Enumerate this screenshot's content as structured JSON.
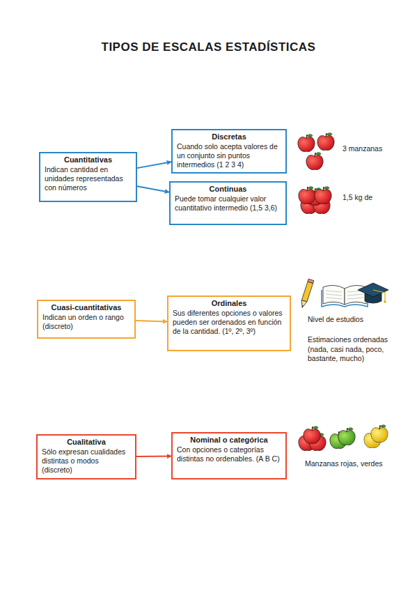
{
  "diagram": {
    "title": "TIPOS DE ESCALAS ESTADÍSTICAS",
    "nodes": [
      {
        "text": [
          "Cuantitativas",
          "Indican cantidad en unidades representadas con números"
        ]
      },
      {
        "text": [
          "Discretas",
          "Cuando solo acepta valores de un conjunto sin puntos intermedios (1 2 3 4)"
        ]
      },
      {
        "text": [
          "Continuas",
          "Puede tomar cualquier valor cuantitativo intermedio (1,5 3,6)"
        ]
      },
      {
        "text": [
          "Cuasi-cuantitativas",
          "Indican un orden o rango (discreto)"
        ]
      },
      {
        "text": [
          "Ordinales",
          "Sus diferentes opciones o valores pueden ser ordenados en función de la cantidad. (1º, 2º, 3º)"
        ]
      },
      {
        "text": [
          "Cualitativa",
          "Sólo expresan cualidades distintas o modos (discreto)"
        ]
      },
      {
        "text": [
          "Nominal o categórica",
          "Con opciones o categorías distintas no ordenables. (A B C)"
        ]
      }
    ],
    "edges": [
      {
        "from": 0,
        "to": 1,
        "arrow": "to"
      },
      {
        "from": 0,
        "to": 2,
        "arrow": "to"
      },
      {
        "from": 3,
        "to": 4,
        "arrow": "to"
      },
      {
        "from": 5,
        "to": 6,
        "arrow": "to"
      }
    ],
    "labels": [
      "3 manzanas",
      "1,5 kg de",
      "Nivel de estudios",
      "Estimaciones ordenadas (nada, casi nada, poco, bastante, mucho)",
      "Manzanas rojas, verdes"
    ]
  }
}
